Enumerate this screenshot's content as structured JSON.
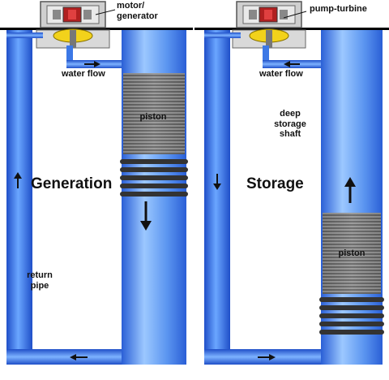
{
  "panels": [
    {
      "id": "generation",
      "title": "Generation",
      "device_label": "motor/\ngenerator",
      "flow_label": "water flow",
      "piston_label": "piston",
      "return_label": "return\npipe"
    },
    {
      "id": "storage",
      "title": "Storage",
      "device_label": "pump-turbine",
      "flow_label": "water flow",
      "piston_label": "piston",
      "shaft_label": "deep\nstorage\nshaft"
    }
  ],
  "colors": {
    "water_blue": "#3c78e6",
    "water_light": "#8fc0ff",
    "piston_gray": "#7d7d7d",
    "turbine_yellow": "#f2d21b",
    "ground_line": "#000000",
    "arrow": "#111111"
  }
}
